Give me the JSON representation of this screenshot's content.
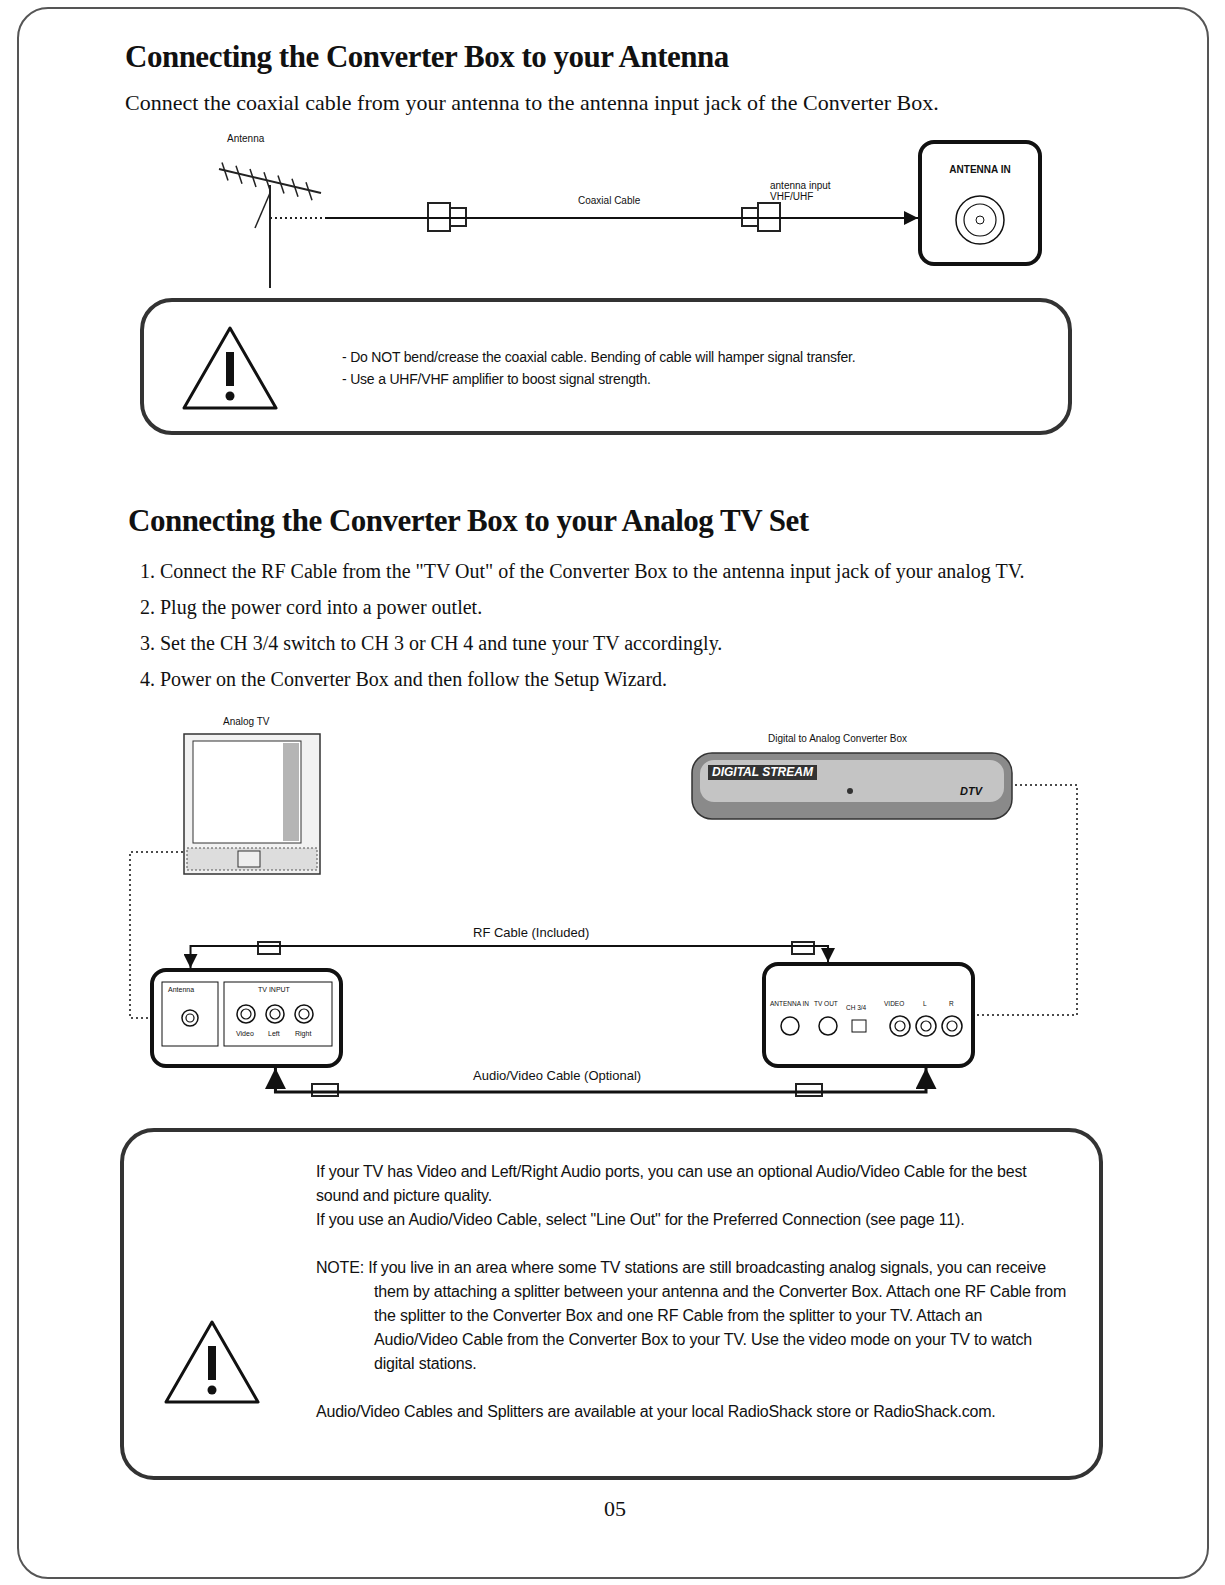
{
  "diagram": {
    "title": "Connecting the Converter Box to your Antenna",
    "nodes": [
      {
        "text": [
          "Antenna"
        ]
      },
      {
        "text": [
          "ANTENNA IN"
        ]
      },
      {
        "text": [
          "- Do NOT bend/crease the coaxial cable. Bending of cable will hamper signal transfer.",
          "- Use a UHF/VHF amplifier to boost signal strength."
        ]
      },
      {
        "text": [
          "Analog TV"
        ]
      },
      {
        "text": [
          "Digital to Analog Converter Box",
          "DIGITAL STREAM",
          "DTV"
        ]
      },
      {
        "text": [
          "Antenna",
          "TV INPUT",
          "Video",
          "Left",
          "Right"
        ]
      },
      {
        "text": [
          "ANTENNA IN",
          "TV OUT",
          "CH 3/4",
          "VIDEO",
          "L",
          "R"
        ]
      },
      {
        "text": [
          "If your TV has Video and Left/Right Audio ports, you can use an optional Audio/Video Cable for the best sound and picture quality.",
          "If you use an Audio/Video Cable, select \"Line Out\" for the Preferred Connection (see page 11).",
          "NOTE: If you live in an area where some TV stations are still broadcasting analog signals, you can receive them by attaching a splitter between your antenna and the Converter Box. Attach one RF Cable from the splitter to the Converter Box and one RF Cable from the splitter to your TV. Attach an Audio/Video Cable from the Converter Box to your TV. Use the video mode on your TV to watch digital stations.",
          "Audio/Video Cables and Splitters are available at your local RadioShack store or RadioShack.com."
        ]
      }
    ],
    "edges": [
      {
        "from": 0,
        "to": 1,
        "label": "Coaxial Cable",
        "arrow": "to"
      },
      {
        "from": 6,
        "to": 5,
        "label": "RF Cable (Included)",
        "arrow": "both"
      },
      {
        "from": 6,
        "to": 5,
        "label": "Audio/Video Cable (Optional)",
        "arrow": "both"
      },
      {
        "from": 3,
        "to": 5,
        "arrow": "none"
      },
      {
        "from": 4,
        "to": 6,
        "arrow": "none"
      }
    ],
    "labels": [
      "Connect the coaxial cable from your antenna to the antenna input jack of the Converter Box.",
      "antenna input VHF/UHF",
      "Connecting the Converter Box to your Analog TV Set",
      "1. Connect the RF Cable from the \"TV Out\" of the Converter Box to the antenna input jack of your analog TV.",
      "2. Plug the power cord into a power outlet.",
      "3. Set the CH 3/4 switch to CH 3 or CH 4 and tune your TV accordingly.",
      "4. Power on the Converter Box and then follow the Setup Wizard.",
      "05"
    ]
  }
}
